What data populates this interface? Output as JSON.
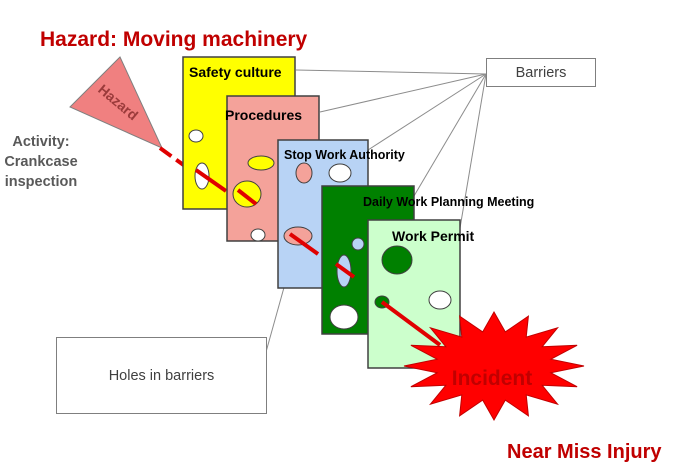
{
  "title": "Hazard: Moving machinery",
  "subtitle": "Near Miss Injury",
  "activity": "Activity: Crankcase inspection",
  "hazard_label": "Hazard",
  "incident_label": "Incident",
  "callouts": {
    "barriers": "Barriers",
    "holes": "Holes in barriers"
  },
  "barriers": [
    {
      "label": "Safety culture",
      "color": "#ffff00"
    },
    {
      "label": "Procedures",
      "color": "#f4a29a"
    },
    {
      "label": "Stop Work Authority",
      "color": "#b8d3f5"
    },
    {
      "label": "Daily Work Planning Meeting",
      "color": "#008000"
    },
    {
      "label": "Work Permit",
      "color": "#ccffcc"
    }
  ],
  "colors": {
    "title_red": "#c00000",
    "hazard_fill": "#f08080",
    "accident_path": "#e00000",
    "incident_fill": "#ff0000",
    "incident_text": "#c00000"
  }
}
